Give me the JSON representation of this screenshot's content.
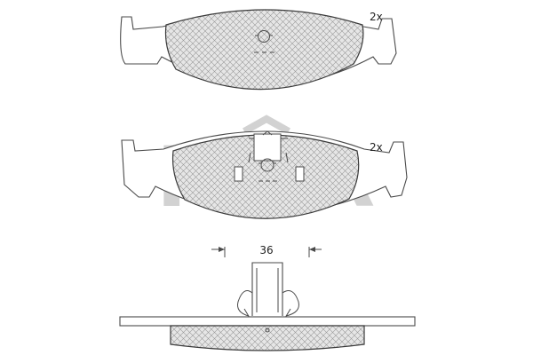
{
  "drawing": {
    "watermark_text": "ICER",
    "colors": {
      "line": "#4a4a4a",
      "watermark": "#d2d2d2",
      "hatch": "#9a9a9a",
      "pad_fill": "#e6e6e6",
      "background": "#ffffff"
    },
    "top_view": {
      "quantity_label": "2x"
    },
    "middle_view": {
      "quantity_label": "2x"
    },
    "side_view": {
      "dimension_label": "36"
    }
  }
}
